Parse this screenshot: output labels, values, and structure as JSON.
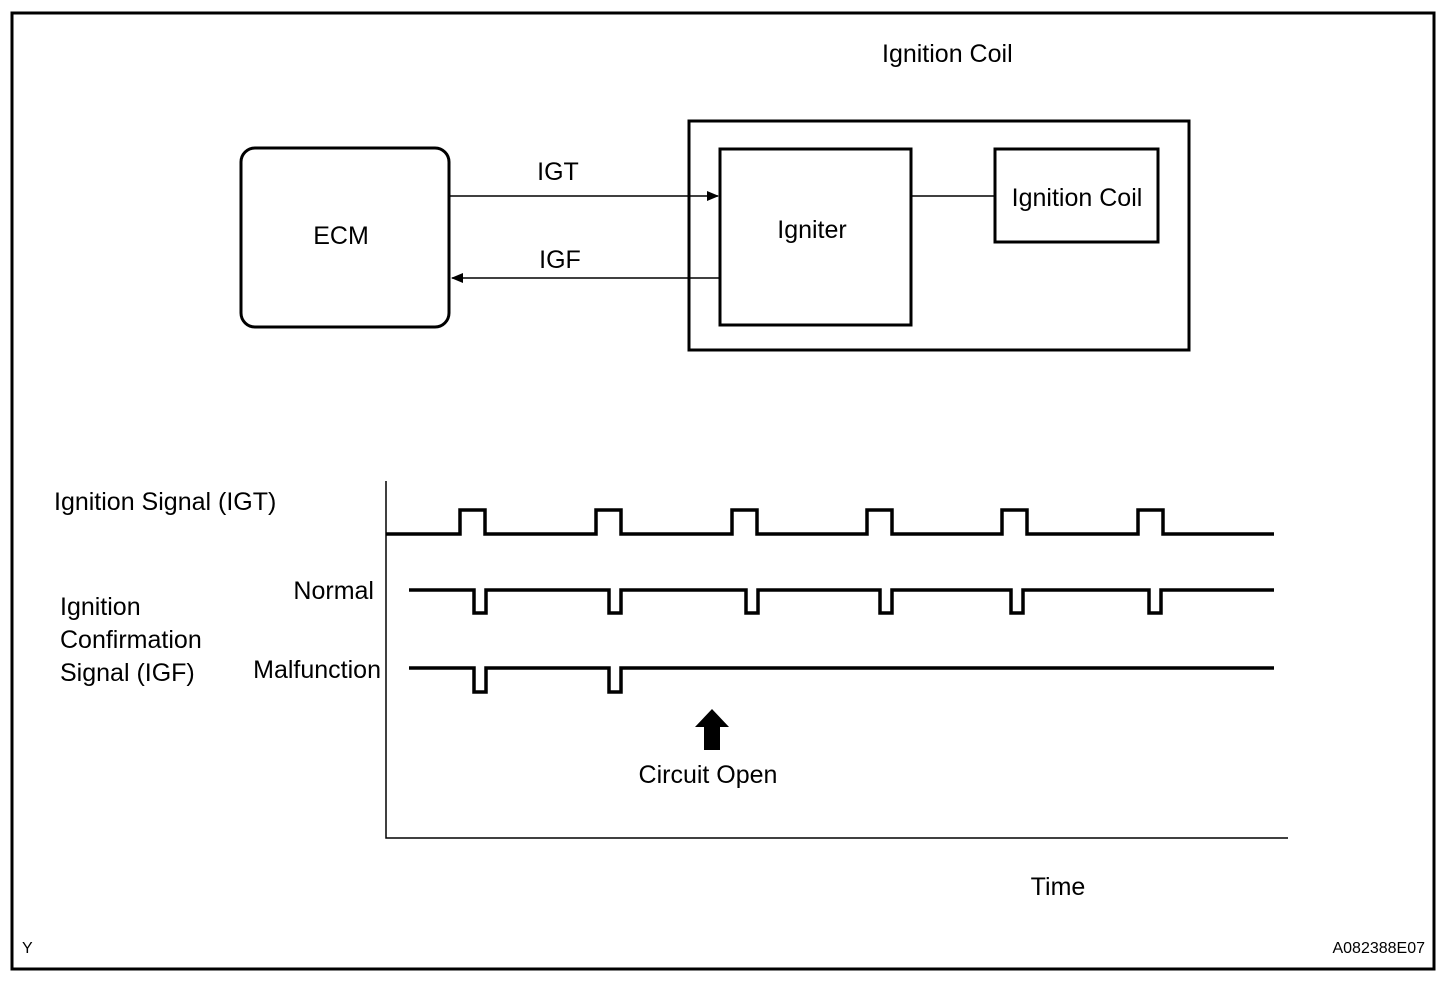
{
  "block_diagram": {
    "group_title": "Ignition Coil",
    "ecm_label": "ECM",
    "igniter_label": "Igniter",
    "coil_label": "Ignition Coil",
    "igt_label": "IGT",
    "igf_label": "IGF"
  },
  "timing_chart": {
    "igt_label": "Ignition Signal (IGT)",
    "igf_label_lines": [
      "Ignition",
      "Confirmation",
      "Signal (IGF)"
    ],
    "normal_label": "Normal",
    "malfunction_label": "Malfunction",
    "event_label": "Circuit Open",
    "x_axis_label": "Time",
    "pulse_count": 6,
    "malfunction_pulse_count": 2
  },
  "corner_marks": {
    "left": "Y",
    "right": "A082388E07"
  }
}
